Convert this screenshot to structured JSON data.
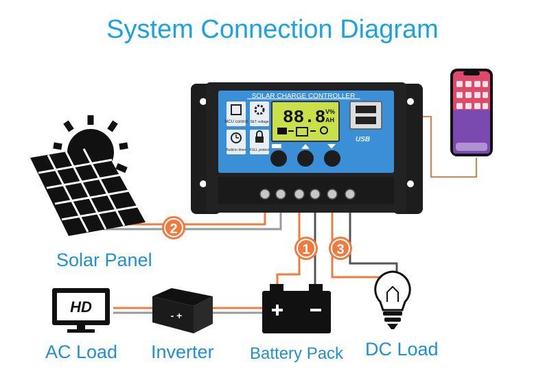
{
  "title": "System Connection Diagram",
  "controller": {
    "name": "SOLAR CHARGE CONTROLLER",
    "lcd_digits": "88.8",
    "lcd_units_top": "V%",
    "lcd_units_bottom": "AH",
    "usb_text": "USB",
    "buttons_left": [
      {
        "label": "MCU control",
        "icon": "chip-icon"
      },
      {
        "label": "Build-in timer",
        "icon": "clock-icon"
      }
    ],
    "buttons_right": [
      {
        "label": "SET voltage",
        "icon": "gear-icon"
      },
      {
        "label": "FULL protect",
        "icon": "lock-icon"
      }
    ]
  },
  "components": {
    "solar_panel": "Solar Panel",
    "ac_load": "AC Load",
    "inverter": "Inverter",
    "battery_pack": "Battery Pack",
    "dc_load": "DC Load",
    "tv_text": "HD"
  },
  "steps": [
    "1",
    "2",
    "3"
  ],
  "colors": {
    "accent": "#1aa3e0",
    "wire": "#f07b3f",
    "badge": "#f07b3f",
    "controller_body": "#222222",
    "controller_face": "#3b8fd6"
  }
}
